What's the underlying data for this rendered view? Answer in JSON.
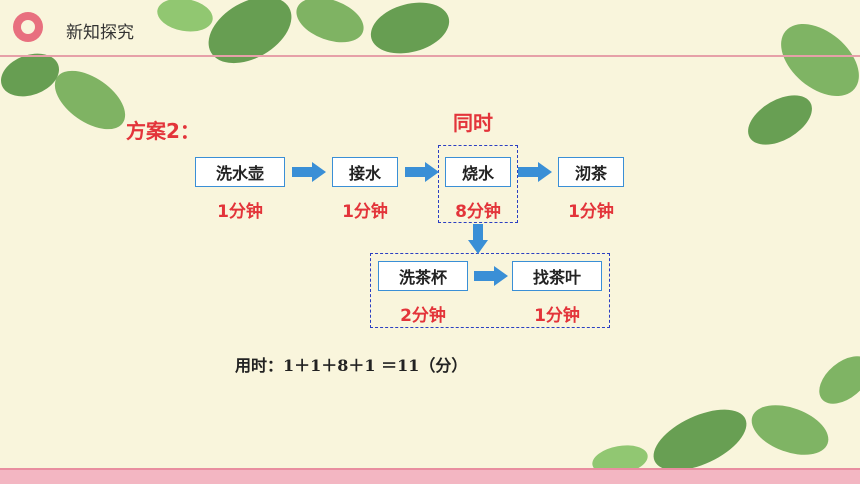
{
  "header": {
    "title": "新知探究"
  },
  "plan": {
    "label": "方案2：",
    "simultaneous_label": "同时"
  },
  "steps": [
    {
      "label": "洗水壶",
      "duration": "1分钟"
    },
    {
      "label": "接水",
      "duration": "1分钟"
    },
    {
      "label": "烧水",
      "duration": "8分钟"
    },
    {
      "label": "沏茶",
      "duration": "1分钟"
    }
  ],
  "parallel_steps": [
    {
      "label": "洗茶杯",
      "duration": "2分钟"
    },
    {
      "label": "找茶叶",
      "duration": "1分钟"
    }
  ],
  "formula": "用时：1＋1＋8＋1 ＝11（分）",
  "colors": {
    "accent_red": "#e3343a",
    "arrow_blue": "#3a8fd6",
    "dashed_blue": "#2b3fc2"
  }
}
